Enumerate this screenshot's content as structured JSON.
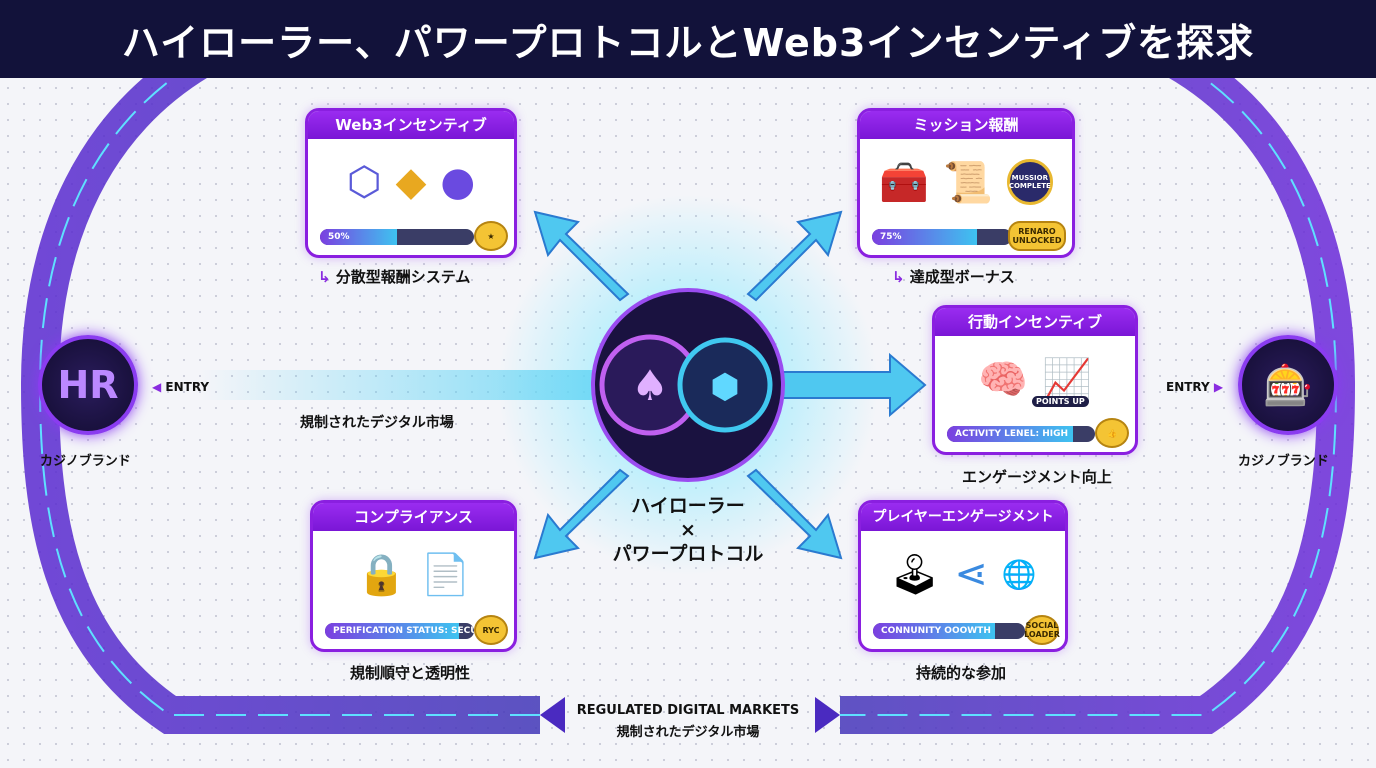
{
  "title": "ハイローラー、パワープロトコルとWeb3インセンティブを探求",
  "center": {
    "line1": "ハイローラー",
    "line2": "×",
    "line3": "パワープロトコル"
  },
  "left_brand": {
    "label": "カジノブランド",
    "entry": "ENTRY",
    "logo_text": "HR"
  },
  "right_brand": {
    "label": "カジノブランド",
    "entry": "ENTRY"
  },
  "beam_label": "規制されたデジタル市場",
  "bottom": {
    "en": "REGULATED DIGITAL MARKETS",
    "ja": "規制されたデジタル市場"
  },
  "cards": [
    {
      "title": "Web3インセンティブ",
      "bar_text": "50%",
      "progress": 50,
      "badge": "★",
      "caption": "分散型報酬システム"
    },
    {
      "title": "ミッション報酬",
      "bar_text": "75%",
      "progress": 75,
      "badge": "RENARO UNLOCKED",
      "medal": "MUSSIOR COMPLETE",
      "caption": "達成型ボーナス"
    },
    {
      "title": "行動インセンティブ",
      "bar_text": "ACTIVITY LENEL: HIGH",
      "progress": 85,
      "badge": "👍",
      "tag": "POINTS UP",
      "caption": "エンゲージメント向上"
    },
    {
      "title": "コンプライアンス",
      "bar_text": "PERIFICATION STATUS: SECURE",
      "progress": 90,
      "badge": "RYC",
      "caption": "規制順守と透明性"
    },
    {
      "title": "プレイヤーエンゲージメント",
      "bar_text": "CONNUNITY OOOWTH",
      "progress": 80,
      "badge": "SOCIAL LOADER",
      "caption": "持続的な参加"
    }
  ]
}
